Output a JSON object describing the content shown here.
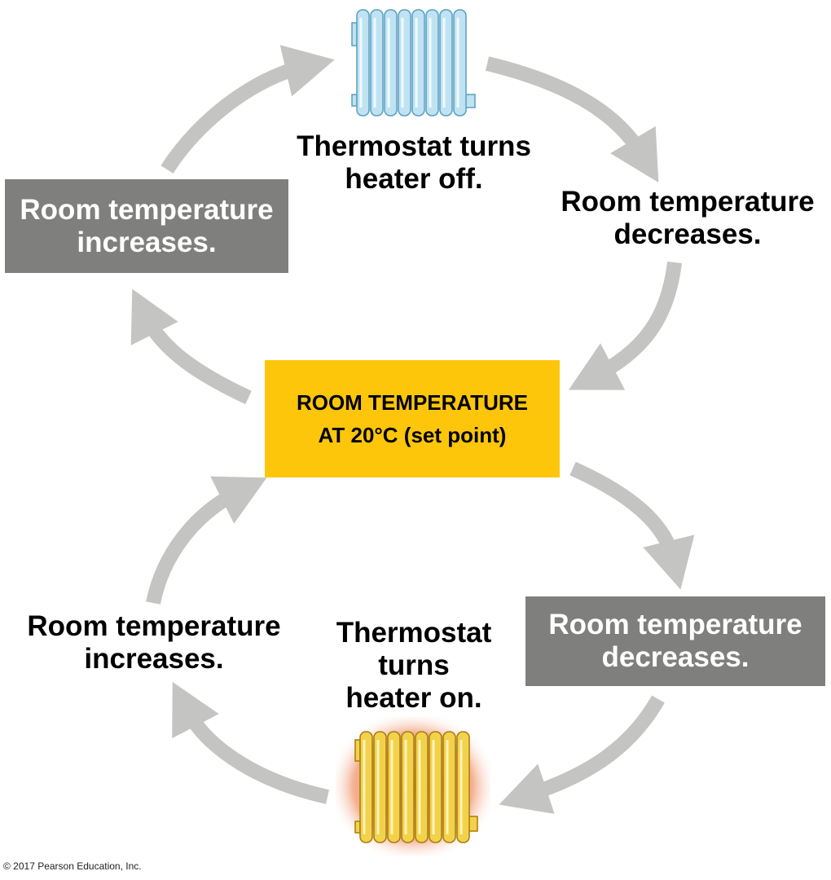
{
  "center": {
    "line1": "ROOM TEMPERATURE",
    "line2": "AT 20°C (set point)"
  },
  "top": {
    "heater_label_line1": "Thermostat turns",
    "heater_label_line2": "heater off.",
    "left_box_line1": "Room temperature",
    "left_box_line2": "increases.",
    "right_label_line1": "Room temperature",
    "right_label_line2": "decreases."
  },
  "bottom": {
    "heater_label_line1": "Thermostat",
    "heater_label_line2": "turns",
    "heater_label_line3": "heater on.",
    "left_label_line1": "Room temperature",
    "left_label_line2": "increases.",
    "right_box_line1": "Room temperature",
    "right_box_line2": "decreases."
  },
  "copyright": "© 2017 Pearson Education, Inc.",
  "colors": {
    "set_point_box": "#fdc60b",
    "gray_box": "#7f807e",
    "arrow": "#c4c4c2",
    "heater_off": "#bfe3f3",
    "heater_on": "#f2d24a",
    "heater_on_glow": "#e7683a"
  }
}
